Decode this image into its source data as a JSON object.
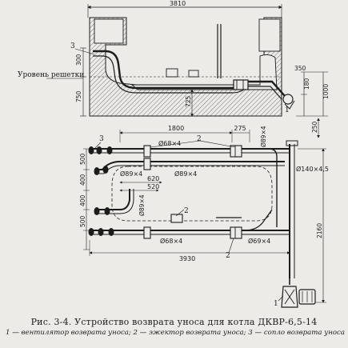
{
  "caption": {
    "title": "Рис. 3-4. Устройство возврата уноса для котла ДКВР-6,5-14",
    "legend": "1 — вентилятор возврата уноса; 2 — эжектор возврата уноса; 3 — сопло возврата уноса"
  },
  "labels": {
    "grate_level": "Уровень решетки",
    "callout_1": "1",
    "callout_2": "2",
    "callout_3": "3"
  },
  "dimensions": {
    "top_width": "3810",
    "top_300": "300",
    "top_750": "750",
    "top_725": "725",
    "top_350": "350",
    "top_1000": "1000",
    "top_180": "180",
    "d250": "250",
    "d1800": "1800",
    "d275": "275",
    "pipe_68x4_top": "Ø68×4",
    "pipe_89x4_right": "Ø89×4",
    "pipe_89x4_a": "Ø89×4",
    "pipe_89x4_b": "Ø89×4",
    "pipe_140x45": "Ø140×4,5",
    "d620": "620",
    "d520": "520",
    "d500_a": "500",
    "d400_a": "400",
    "d400_b": "400",
    "d500_b": "500",
    "pipe_89x4_vert": "Ø89×4",
    "pipe_68x4_bot": "Ø68×4",
    "pipe_69x4_bot": "Ø69×4",
    "d3930": "3930",
    "d2160": "2160"
  }
}
